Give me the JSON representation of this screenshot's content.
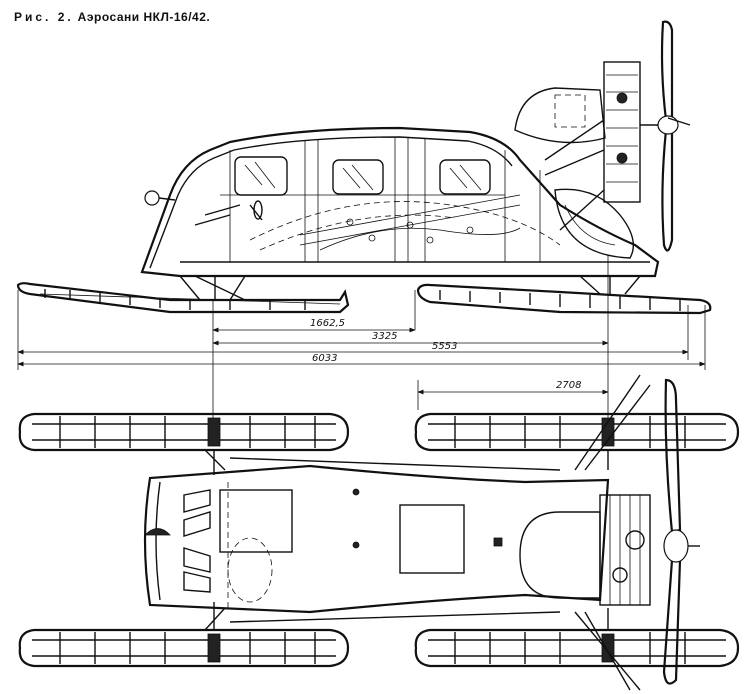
{
  "caption": {
    "lead": "Рис. 2.",
    "title": "Аэросани НКЛ-16/42."
  },
  "dimensions": {
    "d1": "1662,5",
    "d2": "3325",
    "d3": "5553",
    "d4": "6033",
    "d5": "2708"
  }
}
